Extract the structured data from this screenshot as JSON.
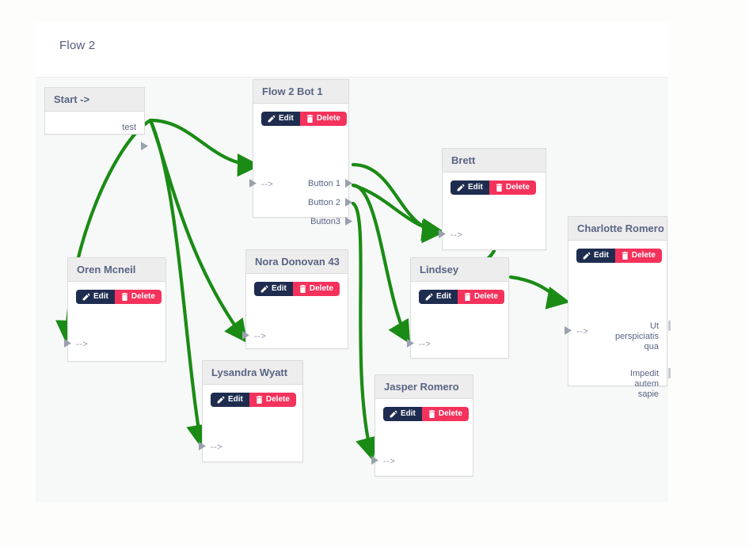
{
  "header": {
    "title": "Flow 2"
  },
  "canvas": {
    "background_color": "#f7f8f8",
    "edge_color": "#1a8b15"
  },
  "theme": {
    "edit_button_color": "#1e2d4f",
    "delete_button_color": "#f4325c",
    "node_header_color": "#ededed",
    "node_title_color": "#5a6484"
  },
  "buttons": {
    "edit_label": "Edit",
    "delete_label": "Delete"
  },
  "ports": {
    "input_arrow": "-->"
  },
  "nodes": [
    {
      "id": "start",
      "title": "Start ->",
      "has_buttons": false,
      "outputs": [
        "test"
      ]
    },
    {
      "id": "flow2bot1",
      "title": "Flow 2 Bot 1",
      "has_buttons": true,
      "input": "-->",
      "outputs": [
        "Button 1",
        "Button 2",
        "Button3"
      ]
    },
    {
      "id": "oren",
      "title": "Oren Mcneil",
      "has_buttons": true,
      "input": "-->",
      "outputs": []
    },
    {
      "id": "nora",
      "title": "Nora Donovan 43",
      "has_buttons": true,
      "input": "-->",
      "outputs": []
    },
    {
      "id": "lysandra",
      "title": "Lysandra Wyatt",
      "has_buttons": true,
      "input": "-->",
      "outputs": []
    },
    {
      "id": "jasper",
      "title": "Jasper Romero",
      "has_buttons": true,
      "input": "-->",
      "outputs": []
    },
    {
      "id": "lindsey",
      "title": "Lindsey",
      "has_buttons": true,
      "input": "-->",
      "outputs": []
    },
    {
      "id": "brett",
      "title": "Brett",
      "has_buttons": true,
      "input": "-->",
      "outputs": []
    },
    {
      "id": "charlotte",
      "title": "Charlotte Romero",
      "has_buttons": true,
      "input": "-->",
      "outputs": [
        "Ut perspiciatis qua",
        "Impedit autem sapie"
      ],
      "output_lines": [
        [
          "Ut",
          "perspiciatis",
          "qua"
        ],
        [
          "Impedit",
          "autem",
          "sapie"
        ]
      ]
    }
  ]
}
